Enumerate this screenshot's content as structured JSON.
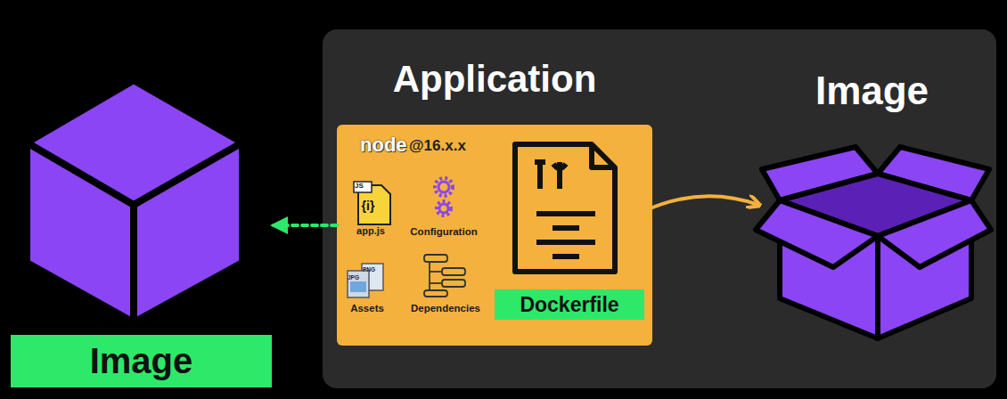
{
  "diagram": {
    "nodes": [
      {
        "text": [
          "Image"
        ]
      },
      {
        "text": [
          "Application"
        ]
      },
      {
        "text": [
          "JS",
          "{i}",
          "app.js"
        ],
        "in": 1
      },
      {
        "text": [
          "Configuration"
        ],
        "in": 1
      },
      {
        "text": [
          "JPG",
          "PNG",
          "Assets"
        ],
        "in": 1
      },
      {
        "text": [
          "Dependencies"
        ],
        "in": 1
      },
      {
        "text": [
          "Dockerfile"
        ],
        "in": 1
      },
      {
        "text": [
          "Image"
        ]
      }
    ],
    "edges": [
      {
        "from": 1,
        "to": 0,
        "arrow": "to"
      },
      {
        "from": 6,
        "to": 7,
        "arrow": "to"
      }
    ],
    "labels": [
      "node",
      "@16.x.x"
    ]
  }
}
